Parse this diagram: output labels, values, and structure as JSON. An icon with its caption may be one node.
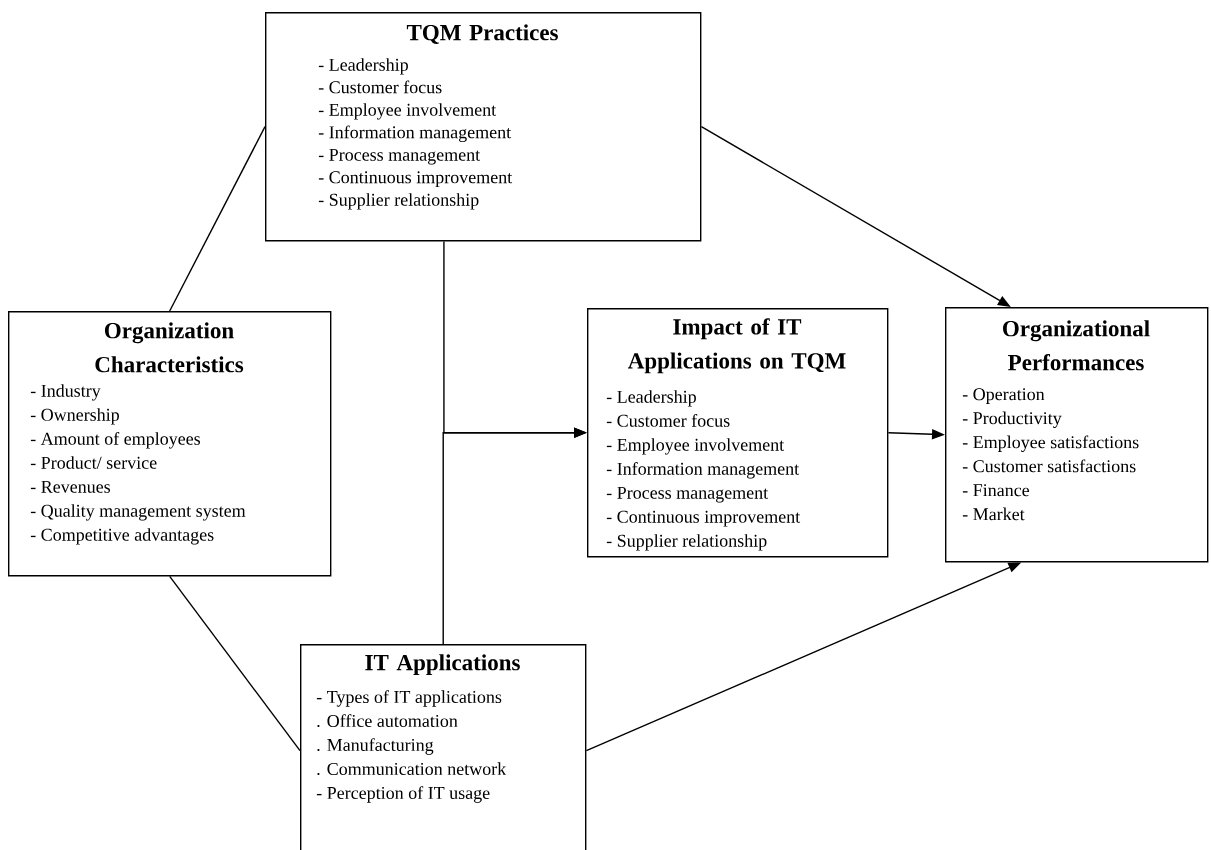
{
  "diagram": {
    "nodes": [
      {
        "text": [
          "TQM Practices",
          "- Leadership",
          "- Customer focus",
          "- Employee involvement",
          "- Information management",
          "- Process management",
          "- Continuous improvement",
          "- Supplier relationship"
        ]
      },
      {
        "text": [
          "Organization Characteristics",
          "- Industry",
          "- Ownership",
          "- Amount of employees",
          "- Product/ service",
          "- Revenues",
          "- Quality management system",
          "- Competitive advantages"
        ]
      },
      {
        "text": [
          "Impact of IT Applications on TQM",
          "- Leadership",
          "- Customer focus",
          "- Employee involvement",
          "- Information management",
          "- Process management",
          "- Continuous improvement",
          "- Supplier relationship"
        ]
      },
      {
        "text": [
          "Organizational Performances",
          "- Operation",
          "- Productivity",
          "- Employee satisfactions",
          "- Customer satisfactions",
          "- Finance",
          "- Market"
        ]
      },
      {
        "text": [
          "IT Applications",
          "- Types of IT applications",
          ". Office automation",
          ". Manufacturing",
          ". Communication network",
          "- Perception of IT usage"
        ]
      }
    ],
    "edges": [
      {
        "from": 1,
        "to": 0,
        "arrow": "none"
      },
      {
        "from": 1,
        "to": 4,
        "arrow": "none"
      },
      {
        "from": 0,
        "to": 3,
        "arrow": "to"
      },
      {
        "from": 0,
        "to": 2,
        "arrow": "to"
      },
      {
        "from": 4,
        "to": 2,
        "arrow": "to"
      },
      {
        "from": 2,
        "to": 3,
        "arrow": "to"
      },
      {
        "from": 4,
        "to": 3,
        "arrow": "to"
      }
    ]
  }
}
